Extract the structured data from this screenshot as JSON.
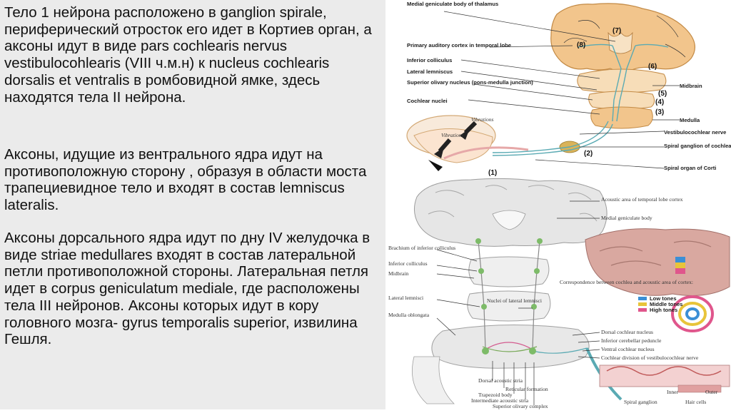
{
  "text": {
    "p1": "Тело 1 нейрона расположено в ganglion spirale, периферический отросток его идет в Кортиев орган, а аксоны идут в виде pars cochlearis nervus vestibulocohlearis (VIII ч.м.н) к nucleus cochlearis dorsalis et ventralis в ромбовидной ямке, здесь находятся тела II нейрона.",
    "p2": "Аксоны, идущие из вентрального ядра идут на противоположную сторону , образуя в области моста трапециевидное тело и входят  в состав lemniscus lateralis.",
    "p3": "Аксоны  дорсального ядра идут по дну IV желудочка в виде striae medullares входят в состав латеральной петли противоположной стороны. Латеральная петля идет в corpus geniculatum mediale, где расположены тела III нейронов. Аксоны которых идут в кору головного мозга- gyrus temporalis superior, извилина Гешля."
  },
  "figure_top": {
    "labels": {
      "mgb": "Medial geniculate body of thalamus",
      "pac": "Primary auditory cortex in temporal lobe",
      "ic": "Inferior colliculus",
      "ll": "Lateral lemniscus",
      "so": "Superior olivary nucleus (pons-medulla junction)",
      "cn": "Cochlear nuclei",
      "midbrain": "Midbrain",
      "medulla": "Medulla",
      "vcn": "Vestibulocochlear nerve",
      "sg": "Spiral ganglion of cochlear nerve",
      "soc": "Spiral organ of Corti",
      "vib1": "Vibrations",
      "vib2": "Vibrations"
    },
    "numbers": [
      "(1)",
      "(2)",
      "(3)",
      "(4)",
      "(5)",
      "(6)",
      "(7)",
      "(8)"
    ]
  },
  "figure_bottom": {
    "labels": {
      "aa": "Acoustic area of temporal lobe cortex",
      "mgb": "Medial geniculate body",
      "bic": "Brachium of inferior colliculus",
      "ic": "Inferior colliculus",
      "mb": "Midbrain",
      "ll": "Lateral lemnisci",
      "nll": "Nuclei of lateral lemnisci",
      "mo": "Medulla oblongata",
      "corr": "Correspondence between cochlea and acoustic area of cortex:",
      "low": "Low tones",
      "mid": "Middle tones",
      "high": "High tones",
      "dcn": "Dorsal cochlear nucleus",
      "icp": "Inferior cerebellar peduncle",
      "vcn": "Ventral cochlear nucleus",
      "cdv": "Cochlear division of vestibulocochlear nerve",
      "das": "Dorsal acoustic stria",
      "rf": "Reticular formation",
      "tb": "Trapezoid body",
      "ias": "Intermediate acoustic stria",
      "soc": "Superior olivary complex",
      "sg": "Spiral ganglion",
      "inner": "Inner",
      "outer": "Outer",
      "hc": "Hair cells"
    },
    "colors": {
      "low": "#3b8fd6",
      "middle": "#e8c43a",
      "high": "#e0568c",
      "tissue": "#f4c98c",
      "pathway": "#5aaab3"
    }
  }
}
